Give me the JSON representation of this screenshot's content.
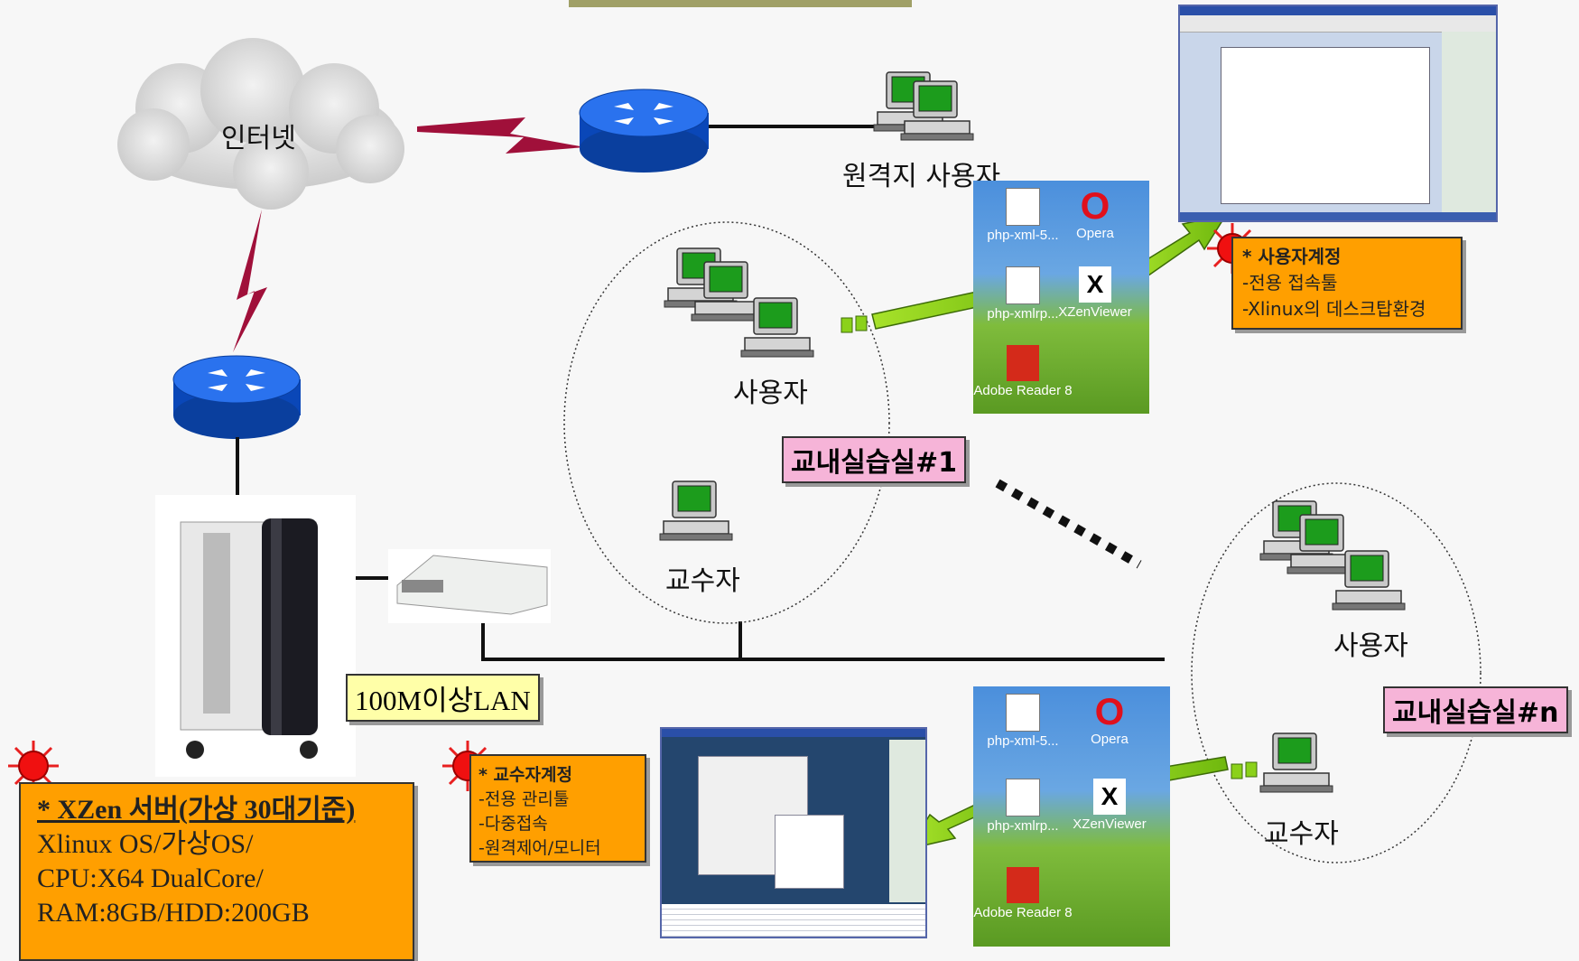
{
  "title_partial": "",
  "internet_label": "인터넷",
  "remote_user_label": "원격지 사용자",
  "lab1": {
    "user_label": "사용자",
    "professor_label": "교수자",
    "name": "교내실습실#1"
  },
  "labn": {
    "user_label": "사용자",
    "professor_label": "교수자",
    "name": "교내실습실#n"
  },
  "lan_label": "100M이상LAN",
  "server_box": {
    "title": "* XZen 서버(가상 30대기준)",
    "lines": [
      "Xlinux OS/가상OS/",
      "CPU:X64 DualCore/",
      "RAM:8GB/HDD:200GB"
    ]
  },
  "user_account_box": {
    "title": "* 사용자계정",
    "lines": [
      "-전용 접속툴",
      "-Xlinux의 데스크탑환경"
    ]
  },
  "professor_account_box": {
    "title": "* 교수자계정",
    "lines": [
      "-전용 관리툴",
      "-다중접속",
      "-원격제어/모니터"
    ]
  },
  "desktop_top": {
    "icons": [
      "php-xml-5...",
      "Opera",
      "php-xmlrp...",
      "XZenViewer",
      "Adobe Reader 8"
    ]
  },
  "desktop_bottom": {
    "icons": [
      "php-xml-5...",
      "Opera",
      "php-xmlrp...",
      "XZenViewer",
      "Adobe Reader 8"
    ]
  },
  "colors": {
    "orange": "#ff9f00",
    "pink": "#f6b4d8",
    "yellow": "#ffffa8",
    "router": "#1a5fe0",
    "arrow": "#8bd11a",
    "lightning": "#a0103a"
  }
}
